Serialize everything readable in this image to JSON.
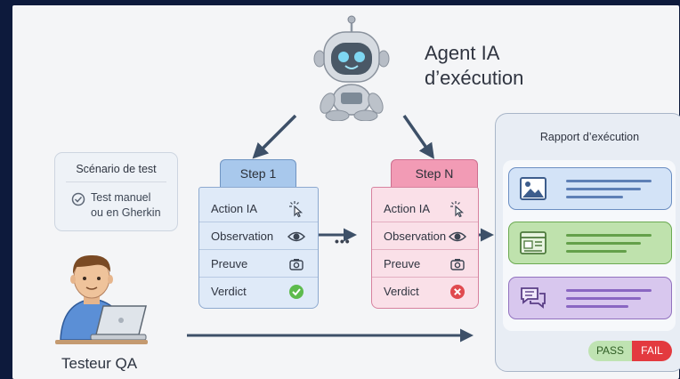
{
  "agent": {
    "title_line1": "Agent IA",
    "title_line2": "d’exécution",
    "icon": "robot-icon"
  },
  "scenario": {
    "title": "Scénario de test",
    "line1": "Test manuel",
    "line2": "ou en Gherkin",
    "icon": "check-circle-icon"
  },
  "step1": {
    "title": "Step 1",
    "rows": [
      {
        "label": "Action IA",
        "icon": "click-cursor-icon"
      },
      {
        "label": "Observation",
        "icon": "eye-icon"
      },
      {
        "label": "Preuve",
        "icon": "camera-icon"
      },
      {
        "label": "Verdict",
        "icon": "check-icon"
      }
    ]
  },
  "stepN": {
    "title": "Step N",
    "rows": [
      {
        "label": "Action IA",
        "icon": "click-cursor-icon"
      },
      {
        "label": "Observation",
        "icon": "eye-icon"
      },
      {
        "label": "Preuve",
        "icon": "camera-icon"
      },
      {
        "label": "Verdict",
        "icon": "cross-icon"
      }
    ]
  },
  "ellipsis": "•••",
  "report": {
    "title": "Rapport d’exécution",
    "cards": [
      "image-icon",
      "browser-window-icon",
      "chat-icon"
    ],
    "badge_pass": "PASS",
    "badge_fail": "FAIL"
  },
  "tester": {
    "label": "Testeur QA",
    "icon": "person-laptop-icon"
  },
  "colors": {
    "background": "#0d1a3c",
    "step1_accent": "#a8c8ec",
    "stepN_accent": "#f29bb5",
    "arrow": "#3d5068",
    "pass": "#bfe3b2",
    "fail": "#e33a3f"
  }
}
